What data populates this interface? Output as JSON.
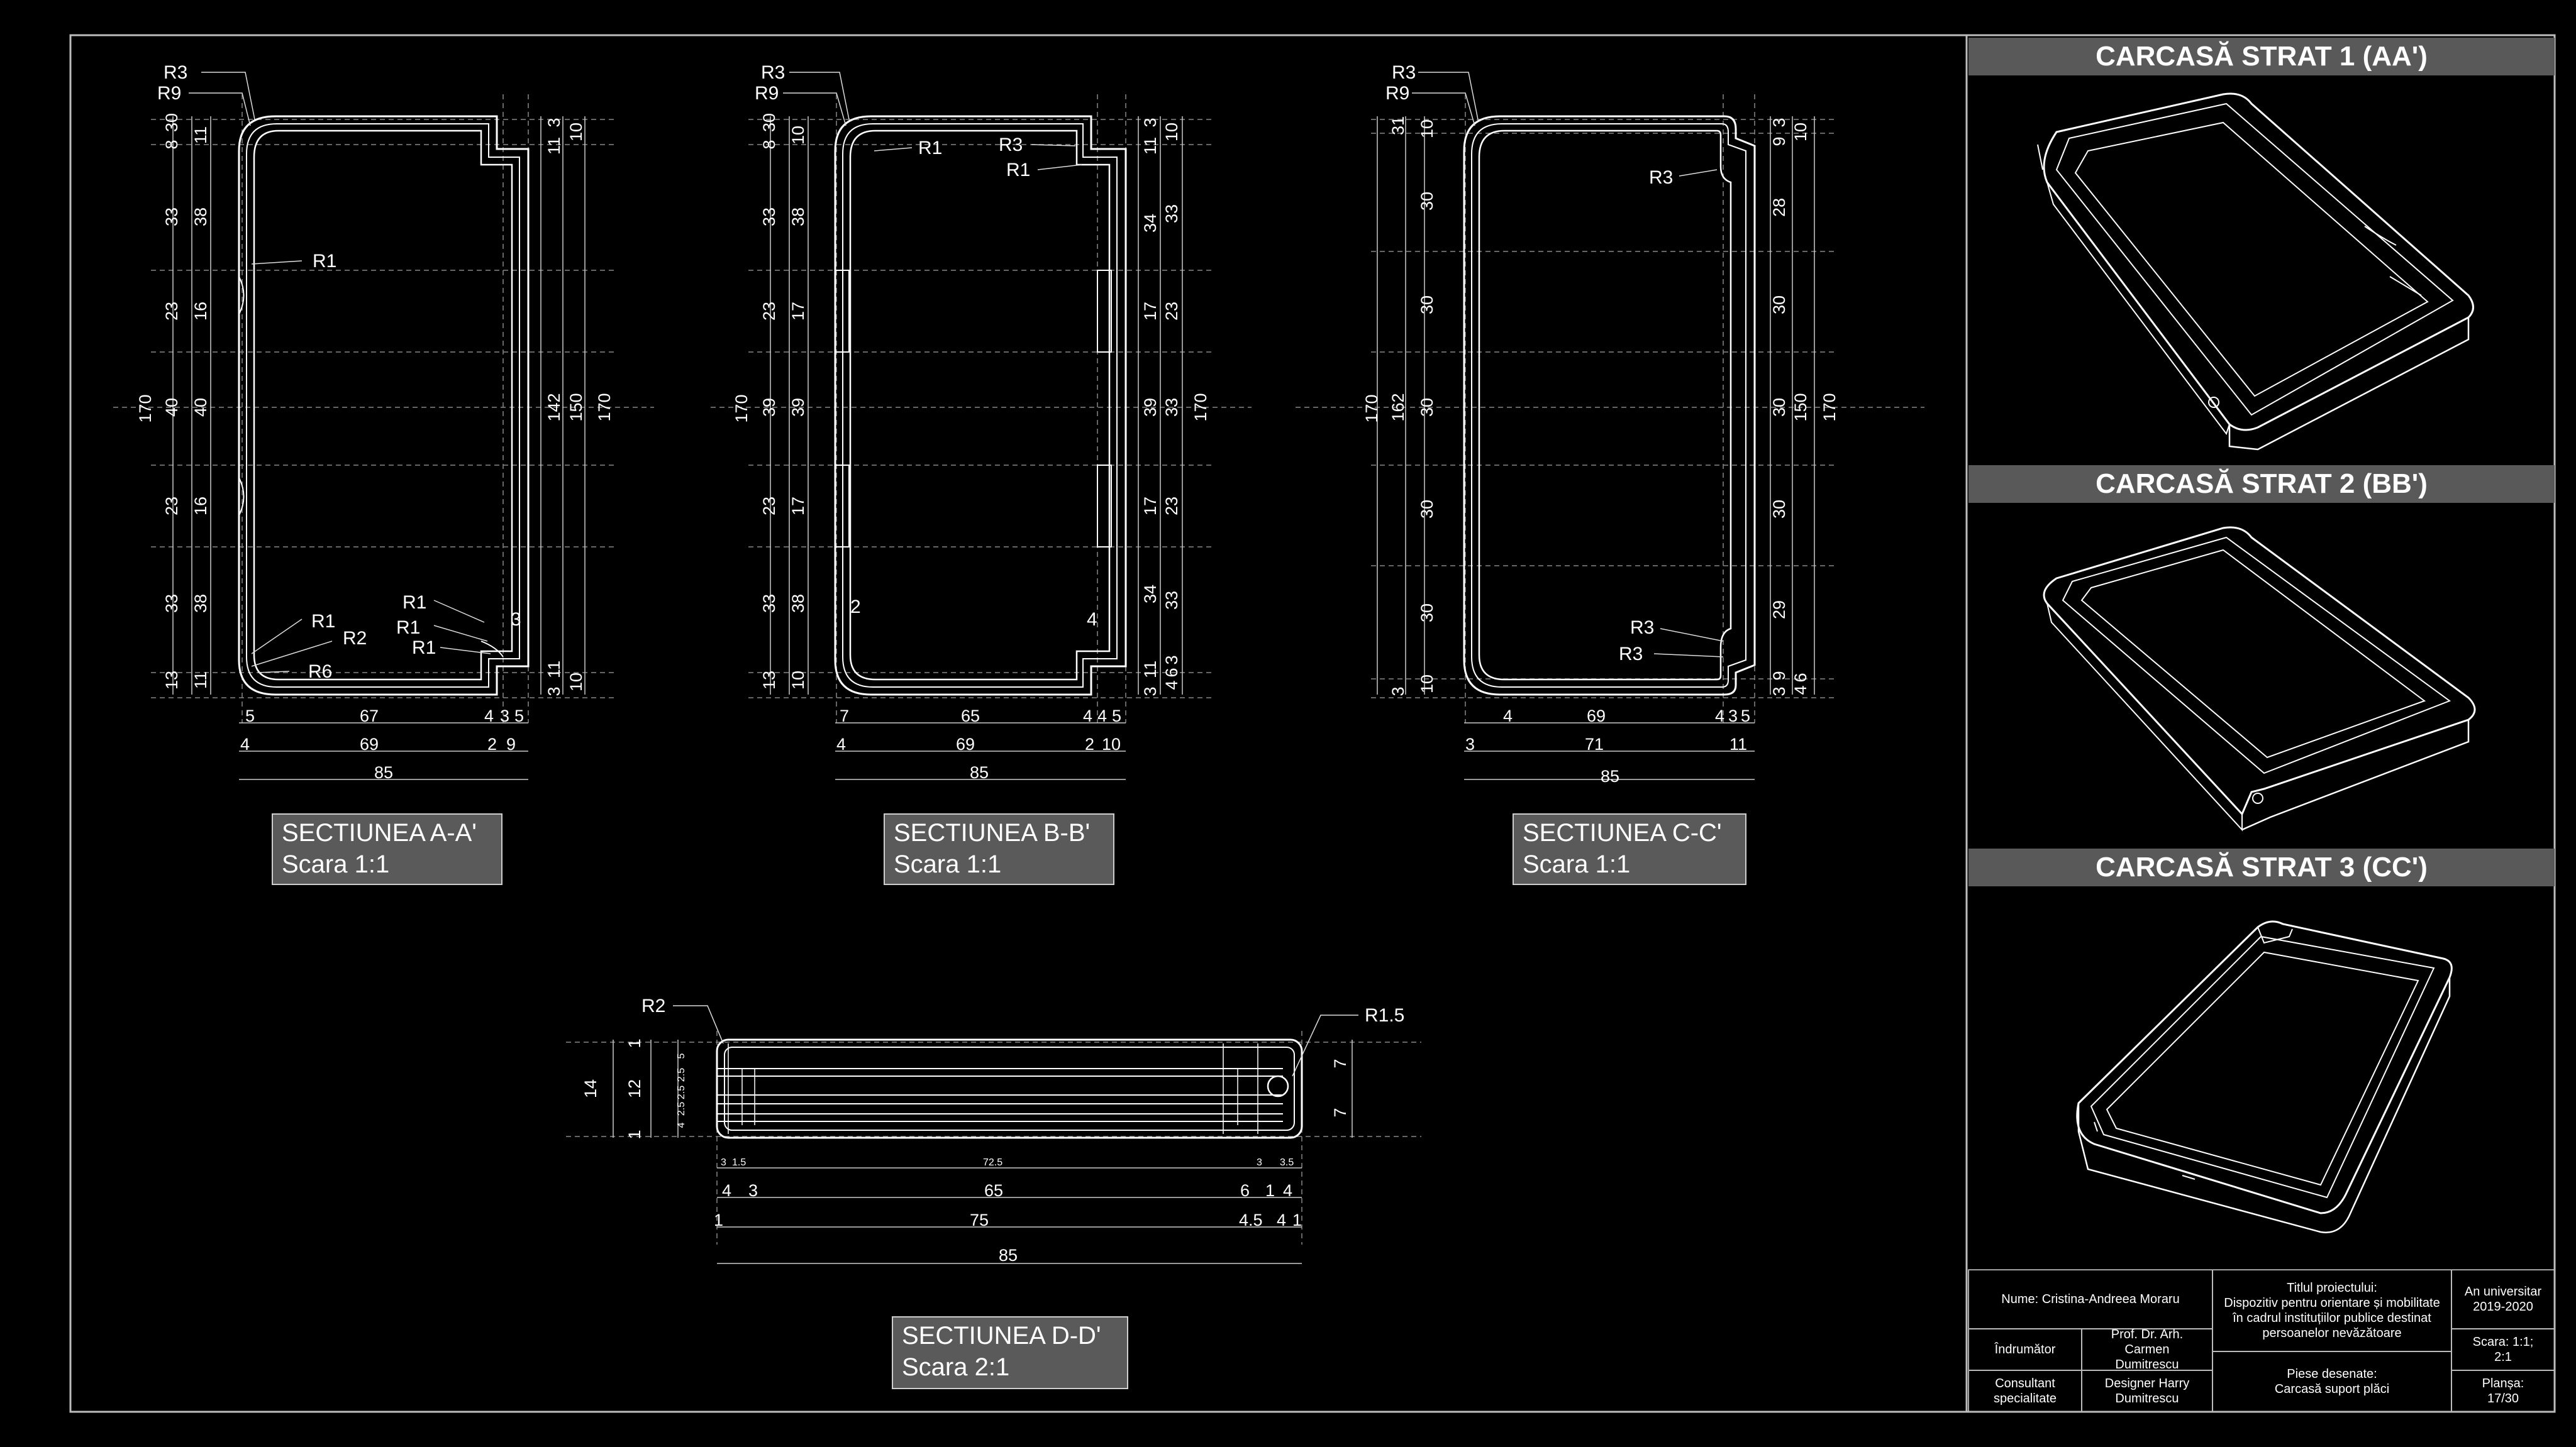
{
  "sections": {
    "aa": {
      "title": "SECTIUNEA A-A'",
      "scale": "Scara 1:1"
    },
    "bb": {
      "title": "SECTIUNEA B-B'",
      "scale": "Scara 1:1"
    },
    "cc": {
      "title": "SECTIUNEA C-C'",
      "scale": "Scara 1:1"
    },
    "dd": {
      "title": "SECTIUNEA D-D'",
      "scale": "Scara 2:1"
    }
  },
  "panels": {
    "layer1": "CARCASĂ STRAT 1 (AA')",
    "layer2": "CARCASĂ STRAT 2 (BB')",
    "layer3": "CARCASĂ STRAT 3 (CC')"
  },
  "title_block": {
    "name": "Nume: Cristina-Andreea Moraru",
    "project_label": "Titlul proiectului:",
    "project_title": "Dispozitiv pentru orientare și mobilitate în cadrul instituțiilor publice destinat persoanelor nevăzătoare",
    "year_label": "An universitar",
    "year": "2019-2020",
    "coordinator_label": "Îndrumător",
    "coordinator": "Prof. Dr. Arh. Carmen Dumitrescu",
    "scale": "Scara: 1:1; 2:1",
    "consultant_label": "Consultant specialitate",
    "consultant": "Designer Harry Dumitrescu",
    "drawings_label": "Piese desenate:",
    "drawings": "Carcasă suport plăci",
    "sheet_label": "Planșa:",
    "sheet": "17/30"
  },
  "callouts": {
    "r3": "R3",
    "r9": "R9",
    "r1": "R1",
    "r2": "R2",
    "r6": "R6",
    "r15": "R1.5",
    "n3": "3",
    "n2": "2",
    "n4": "4"
  },
  "dims_aa": {
    "left_outer": [
      "8",
      "30",
      "33",
      "23",
      "40",
      "23",
      "33",
      "13"
    ],
    "left_inner": [
      "11",
      "38",
      "16",
      "40",
      "16",
      "38",
      "11"
    ],
    "total_h": "170",
    "right_a": [
      "3",
      "11",
      "142",
      "3",
      "11"
    ],
    "right_b": [
      "10",
      "150",
      "10"
    ],
    "right_c": "170",
    "bottom_1": [
      "5",
      "67",
      "4",
      "3",
      "5"
    ],
    "bottom_2": [
      "4",
      "69",
      "2",
      "9"
    ],
    "bottom_3": "85"
  },
  "dims_bb": {
    "left_outer": [
      "8",
      "30",
      "33",
      "23",
      "39",
      "23",
      "33",
      "13"
    ],
    "left_inner": [
      "10",
      "38",
      "17",
      "39",
      "17",
      "38",
      "10"
    ],
    "total_h": "170",
    "right_a": [
      "3",
      "11",
      "34",
      "17",
      "39",
      "17",
      "34",
      "3",
      "11"
    ],
    "right_b": [
      "10",
      "33",
      "23",
      "33",
      "23",
      "33",
      "4",
      "6",
      "3"
    ],
    "right_c": "170",
    "bottom_1": [
      "7",
      "65",
      "4",
      "4",
      "5"
    ],
    "bottom_2": [
      "4",
      "69",
      "2",
      "10"
    ],
    "bottom_3": "85"
  },
  "dims_cc": {
    "left_outer": [
      "31",
      "30",
      "30",
      "30",
      "30",
      "30",
      "3"
    ],
    "left_inner": [
      "10",
      "162",
      "10"
    ],
    "total_h": "170",
    "right_a": [
      "9",
      "3",
      "28",
      "30",
      "30",
      "30",
      "29",
      "3",
      "9"
    ],
    "right_b": [
      "10",
      "150",
      "4",
      "6"
    ],
    "right_c": "170",
    "bottom_1": [
      "4",
      "69",
      "4",
      "3",
      "5"
    ],
    "bottom_2": [
      "3",
      "71",
      "11"
    ],
    "bottom_3": "85"
  },
  "dims_dd": {
    "left": [
      "14",
      "1",
      "12",
      "1"
    ],
    "right": [
      "7",
      "7"
    ],
    "small_left": [
      "5",
      "2.5",
      "2.5",
      "4",
      "2.5"
    ],
    "row1": [
      "3",
      "1.5",
      "72.5",
      "3",
      "3.5"
    ],
    "row2": [
      "4",
      "3",
      "65",
      "6",
      "1",
      "4"
    ],
    "row3": [
      "1",
      "75",
      "4.5",
      "4",
      "1"
    ],
    "row4": "85"
  }
}
